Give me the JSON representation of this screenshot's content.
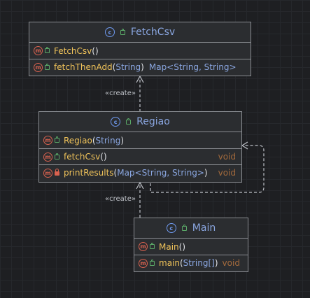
{
  "edges": {
    "create_label_1": "«create»",
    "create_label_2": "«create»"
  },
  "classes": {
    "fetchcsv": {
      "name": "FetchCsv",
      "methods": [
        {
          "name": "FetchCsv",
          "open": "(",
          "param": "",
          "close": ")",
          "return": ""
        },
        {
          "name": "fetchThenAdd",
          "open": "(",
          "param": "String",
          "close": ")",
          "return": "Map<String, String>"
        }
      ]
    },
    "regiao": {
      "name": "Regiao",
      "methods": [
        {
          "name": "Regiao",
          "open": "(",
          "param": "String",
          "close": ")",
          "return": ""
        },
        {
          "name": "fetchCsv",
          "open": "(",
          "param": "",
          "close": ")",
          "return": "void"
        },
        {
          "name": "printResults",
          "open": "(",
          "param": "Map<String, String>",
          "close": ")",
          "return": "void"
        }
      ]
    },
    "main": {
      "name": "Main",
      "methods": [
        {
          "name": "Main",
          "open": "(",
          "param": "",
          "close": ")",
          "return": ""
        },
        {
          "name": "main",
          "open": "(",
          "param": "String[]",
          "close": ")",
          "return": "void"
        }
      ]
    }
  },
  "icons": {
    "class_icon_letter": "c",
    "method_icon_letter": "m"
  },
  "colors": {
    "background": "#1e1f22",
    "class_name": "#8aa6e0",
    "method_name": "#f0c35a",
    "type_name": "#8aa6e0",
    "void": "#a26a3c",
    "border": "#8a8d92"
  }
}
